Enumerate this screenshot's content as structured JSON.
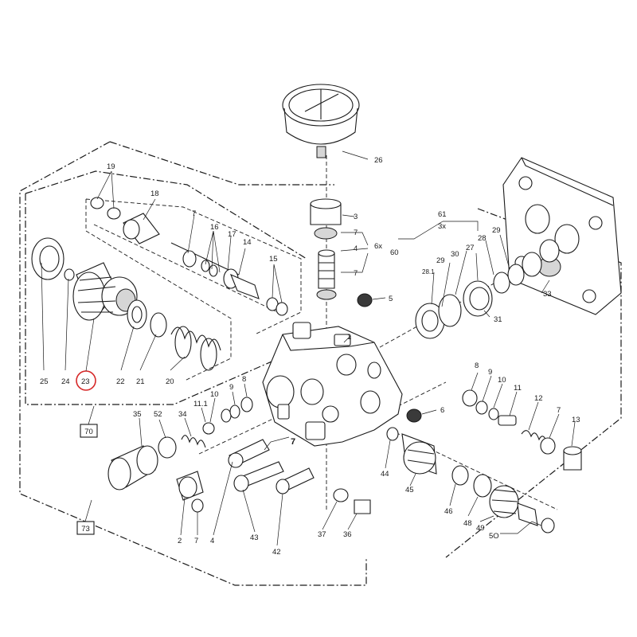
{
  "diagram": {
    "highlight_color": "#d62828",
    "highlighted_part": "23",
    "box_labels": {
      "inner": "70",
      "outer": "73"
    },
    "part_labels": [
      {
        "id": "p26",
        "text": "26"
      },
      {
        "id": "p19",
        "text": "19"
      },
      {
        "id": "p18",
        "text": "18"
      },
      {
        "id": "p7a",
        "text": "7"
      },
      {
        "id": "p16",
        "text": "16"
      },
      {
        "id": "p17",
        "text": "17"
      },
      {
        "id": "p14",
        "text": "14"
      },
      {
        "id": "p15",
        "text": "15"
      },
      {
        "id": "p25",
        "text": "25"
      },
      {
        "id": "p24",
        "text": "24"
      },
      {
        "id": "p23",
        "text": "23"
      },
      {
        "id": "p22",
        "text": "22"
      },
      {
        "id": "p21",
        "text": "21"
      },
      {
        "id": "p20",
        "text": "20"
      },
      {
        "id": "p3",
        "text": "3"
      },
      {
        "id": "p7b",
        "text": "7"
      },
      {
        "id": "p4a",
        "text": "4"
      },
      {
        "id": "p6x",
        "text": "6x"
      },
      {
        "id": "p60",
        "text": "60"
      },
      {
        "id": "p7c",
        "text": "7"
      },
      {
        "id": "p5",
        "text": "5"
      },
      {
        "id": "p1",
        "text": "1"
      },
      {
        "id": "p61",
        "text": "61"
      },
      {
        "id": "p3x",
        "text": "3x"
      },
      {
        "id": "p28a",
        "text": "28"
      },
      {
        "id": "p29a",
        "text": "29"
      },
      {
        "id": "p29b",
        "text": "29"
      },
      {
        "id": "p30",
        "text": "30"
      },
      {
        "id": "p27",
        "text": "27"
      },
      {
        "id": "p281",
        "text": "28.1"
      },
      {
        "id": "p31",
        "text": "31"
      },
      {
        "id": "p33",
        "text": "33"
      },
      {
        "id": "p8a",
        "text": "8"
      },
      {
        "id": "p9a",
        "text": "9"
      },
      {
        "id": "p10a",
        "text": "10"
      },
      {
        "id": "p11a",
        "text": "11"
      },
      {
        "id": "p12",
        "text": "12"
      },
      {
        "id": "p7d",
        "text": "7"
      },
      {
        "id": "p13",
        "text": "13"
      },
      {
        "id": "p6",
        "text": "6"
      },
      {
        "id": "p8b",
        "text": "8"
      },
      {
        "id": "p9b",
        "text": "9"
      },
      {
        "id": "p10b",
        "text": "10"
      },
      {
        "id": "p111",
        "text": "11.1"
      },
      {
        "id": "p34",
        "text": "34"
      },
      {
        "id": "p52",
        "text": "52"
      },
      {
        "id": "p35",
        "text": "35"
      },
      {
        "id": "p7e",
        "text": "7"
      },
      {
        "id": "p44",
        "text": "44"
      },
      {
        "id": "p45",
        "text": "45"
      },
      {
        "id": "p46",
        "text": "46"
      },
      {
        "id": "p48",
        "text": "48"
      },
      {
        "id": "p49",
        "text": "49"
      },
      {
        "id": "p50",
        "text": "5O"
      },
      {
        "id": "p2",
        "text": "2"
      },
      {
        "id": "p7f",
        "text": "7"
      },
      {
        "id": "p4b",
        "text": "4"
      },
      {
        "id": "p43",
        "text": "43"
      },
      {
        "id": "p42",
        "text": "42"
      },
      {
        "id": "p37",
        "text": "37"
      },
      {
        "id": "p36",
        "text": "36"
      }
    ]
  }
}
